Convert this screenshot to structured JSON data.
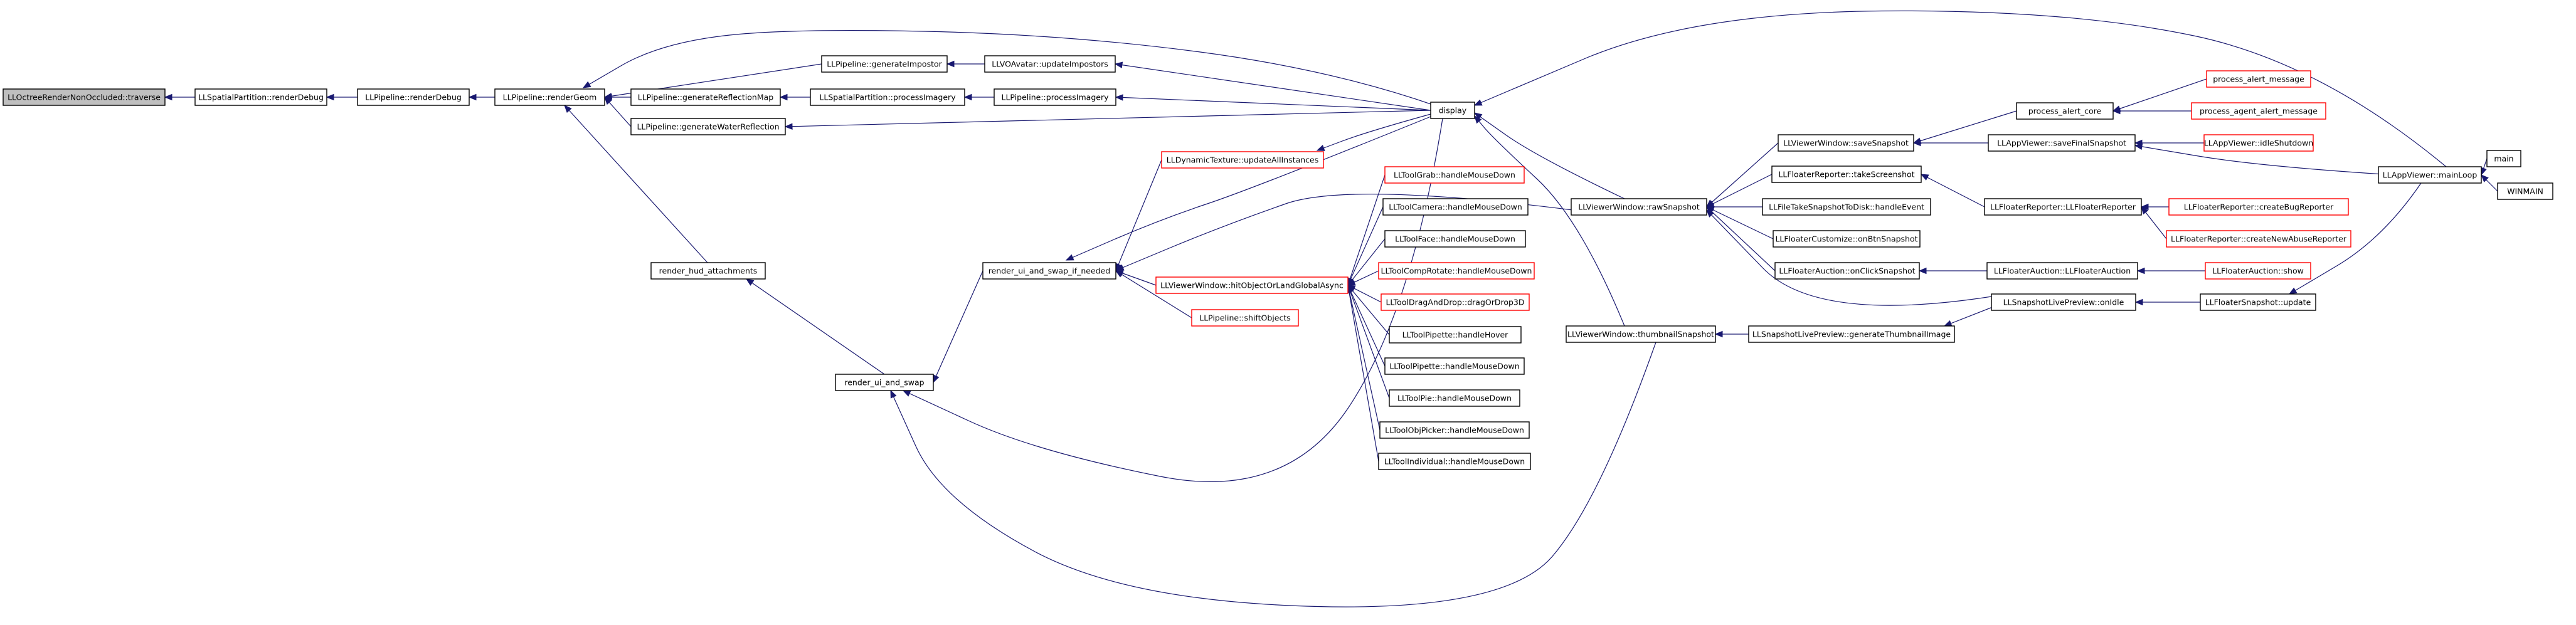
{
  "title": "",
  "colors": {
    "edge": "#191970",
    "root_fill": "#bfbfbf",
    "node_fill": "#ffffff",
    "node_border": "#000000",
    "truncated_border": "#ff0000",
    "text": "#000000"
  },
  "nodes": [
    {
      "id": "n0",
      "label": "LLOctreeRenderNonOccluded::traverse",
      "style": "root"
    },
    {
      "id": "n1",
      "label": "LLSpatialPartition::renderDebug",
      "style": "normal"
    },
    {
      "id": "n2",
      "label": "LLPipeline::renderDebug",
      "style": "normal"
    },
    {
      "id": "n3",
      "label": "LLPipeline::renderGeom",
      "style": "normal"
    },
    {
      "id": "n4",
      "label": "LLPipeline::generateImpostor",
      "style": "normal"
    },
    {
      "id": "n5",
      "label": "LLPipeline::generateReflectionMap",
      "style": "normal"
    },
    {
      "id": "n6",
      "label": "LLPipeline::generateWaterReflection",
      "style": "normal"
    },
    {
      "id": "n7",
      "label": "render_hud_attachments",
      "style": "normal"
    },
    {
      "id": "n8",
      "label": "LLVOAvatar::updateImpostors",
      "style": "normal"
    },
    {
      "id": "n9",
      "label": "LLSpatialPartition::processImagery",
      "style": "normal"
    },
    {
      "id": "n10",
      "label": "LLPipeline::processImagery",
      "style": "normal"
    },
    {
      "id": "n11",
      "label": "display",
      "style": "normal"
    },
    {
      "id": "n12",
      "label": "render_ui_and_swap_if_needed",
      "style": "normal"
    },
    {
      "id": "n13",
      "label": "render_ui_and_swap",
      "style": "normal"
    },
    {
      "id": "n14",
      "label": "LLDynamicTexture::updateAllInstances",
      "style": "truncated"
    },
    {
      "id": "n15",
      "label": "LLViewerWindow::hitObjectOrLandGlobalAsync",
      "style": "truncated"
    },
    {
      "id": "n16",
      "label": "LLPipeline::shiftObjects",
      "style": "truncated"
    },
    {
      "id": "n17",
      "label": "LLToolGrab::handleMouseDown",
      "style": "truncated"
    },
    {
      "id": "n18",
      "label": "LLToolCamera::handleMouseDown",
      "style": "normal"
    },
    {
      "id": "n19",
      "label": "LLToolFace::handleMouseDown",
      "style": "normal"
    },
    {
      "id": "n20",
      "label": "LLToolCompRotate::handleMouseDown",
      "style": "truncated"
    },
    {
      "id": "n21",
      "label": "LLToolDragAndDrop::dragOrDrop3D",
      "style": "truncated"
    },
    {
      "id": "n22",
      "label": "LLToolPipette::handleHover",
      "style": "normal"
    },
    {
      "id": "n23",
      "label": "LLToolPipette::handleMouseDown",
      "style": "normal"
    },
    {
      "id": "n24",
      "label": "LLToolPie::handleMouseDown",
      "style": "normal"
    },
    {
      "id": "n25",
      "label": "LLToolObjPicker::handleMouseDown",
      "style": "normal"
    },
    {
      "id": "n26",
      "label": "LLToolIndividual::handleMouseDown",
      "style": "normal"
    },
    {
      "id": "n27",
      "label": "LLViewerWindow::rawSnapshot",
      "style": "normal"
    },
    {
      "id": "n28",
      "label": "LLViewerWindow::thumbnailSnapshot",
      "style": "normal"
    },
    {
      "id": "n29",
      "label": "LLViewerWindow::saveSnapshot",
      "style": "normal"
    },
    {
      "id": "n30",
      "label": "LLFloaterReporter::takeScreenshot",
      "style": "normal"
    },
    {
      "id": "n31",
      "label": "LLFileTakeSnapshotToDisk::handleEvent",
      "style": "normal"
    },
    {
      "id": "n32",
      "label": "LLFloaterCustomize::onBtnSnapshot",
      "style": "normal"
    },
    {
      "id": "n33",
      "label": "LLFloaterAuction::onClickSnapshot",
      "style": "normal"
    },
    {
      "id": "n34",
      "label": "LLSnapshotLivePreview::generateThumbnailImage",
      "style": "normal"
    },
    {
      "id": "n35",
      "label": "process_alert_core",
      "style": "normal"
    },
    {
      "id": "n36",
      "label": "LLAppViewer::saveFinalSnapshot",
      "style": "normal"
    },
    {
      "id": "n37",
      "label": "LLFloaterReporter::LLFloaterReporter",
      "style": "normal"
    },
    {
      "id": "n38",
      "label": "LLFloaterAuction::LLFloaterAuction",
      "style": "normal"
    },
    {
      "id": "n39",
      "label": "LLSnapshotLivePreview::onIdle",
      "style": "normal"
    },
    {
      "id": "n40",
      "label": "process_alert_message",
      "style": "truncated"
    },
    {
      "id": "n41",
      "label": "process_agent_alert_message",
      "style": "truncated"
    },
    {
      "id": "n42",
      "label": "LLAppViewer::idleShutdown",
      "style": "truncated"
    },
    {
      "id": "n43",
      "label": "LLFloaterReporter::createBugReporter",
      "style": "truncated"
    },
    {
      "id": "n44",
      "label": "LLFloaterReporter::createNewAbuseReporter",
      "style": "truncated"
    },
    {
      "id": "n45",
      "label": "LLFloaterAuction::show",
      "style": "truncated"
    },
    {
      "id": "n46",
      "label": "LLFloaterSnapshot::update",
      "style": "normal"
    },
    {
      "id": "n47",
      "label": "LLAppViewer::mainLoop",
      "style": "normal"
    },
    {
      "id": "n48",
      "label": "main",
      "style": "normal"
    },
    {
      "id": "n49",
      "label": "WINMAIN",
      "style": "normal"
    }
  ],
  "edges": [
    {
      "from": "n1",
      "to": "n0"
    },
    {
      "from": "n2",
      "to": "n1"
    },
    {
      "from": "n3",
      "to": "n2"
    },
    {
      "from": "n4",
      "to": "n3"
    },
    {
      "from": "n5",
      "to": "n3"
    },
    {
      "from": "n6",
      "to": "n3"
    },
    {
      "from": "n7",
      "to": "n3"
    },
    {
      "from": "n11",
      "to": "n3"
    },
    {
      "from": "n8",
      "to": "n4"
    },
    {
      "from": "n9",
      "to": "n5"
    },
    {
      "from": "n10",
      "to": "n9"
    },
    {
      "from": "n11",
      "to": "n8"
    },
    {
      "from": "n11",
      "to": "n10"
    },
    {
      "from": "n11",
      "to": "n6"
    },
    {
      "from": "n13",
      "to": "n7"
    },
    {
      "from": "n12",
      "to": "n13"
    },
    {
      "from": "n14",
      "to": "n12"
    },
    {
      "from": "n15",
      "to": "n12"
    },
    {
      "from": "n16",
      "to": "n12"
    },
    {
      "from": "n11",
      "to": "n12"
    },
    {
      "from": "n27",
      "to": "n12"
    },
    {
      "from": "n11",
      "to": "n13"
    },
    {
      "from": "n28",
      "to": "n13"
    },
    {
      "from": "n11",
      "to": "n14"
    },
    {
      "from": "n17",
      "to": "n15"
    },
    {
      "from": "n18",
      "to": "n15"
    },
    {
      "from": "n19",
      "to": "n15"
    },
    {
      "from": "n20",
      "to": "n15"
    },
    {
      "from": "n21",
      "to": "n15"
    },
    {
      "from": "n22",
      "to": "n15"
    },
    {
      "from": "n23",
      "to": "n15"
    },
    {
      "from": "n24",
      "to": "n15"
    },
    {
      "from": "n25",
      "to": "n15"
    },
    {
      "from": "n26",
      "to": "n15"
    },
    {
      "from": "n27",
      "to": "n11"
    },
    {
      "from": "n28",
      "to": "n11"
    },
    {
      "from": "n47",
      "to": "n11"
    },
    {
      "from": "n29",
      "to": "n27"
    },
    {
      "from": "n30",
      "to": "n27"
    },
    {
      "from": "n31",
      "to": "n27"
    },
    {
      "from": "n32",
      "to": "n27"
    },
    {
      "from": "n33",
      "to": "n27"
    },
    {
      "from": "n39",
      "to": "n27"
    },
    {
      "from": "n34",
      "to": "n28"
    },
    {
      "from": "n39",
      "to": "n34"
    },
    {
      "from": "n35",
      "to": "n29"
    },
    {
      "from": "n36",
      "to": "n29"
    },
    {
      "from": "n40",
      "to": "n35"
    },
    {
      "from": "n41",
      "to": "n35"
    },
    {
      "from": "n42",
      "to": "n36"
    },
    {
      "from": "n47",
      "to": "n36"
    },
    {
      "from": "n37",
      "to": "n30"
    },
    {
      "from": "n43",
      "to": "n37"
    },
    {
      "from": "n44",
      "to": "n37"
    },
    {
      "from": "n38",
      "to": "n33"
    },
    {
      "from": "n45",
      "to": "n38"
    },
    {
      "from": "n46",
      "to": "n39"
    },
    {
      "from": "n47",
      "to": "n46"
    },
    {
      "from": "n48",
      "to": "n47"
    },
    {
      "from": "n49",
      "to": "n47"
    }
  ]
}
